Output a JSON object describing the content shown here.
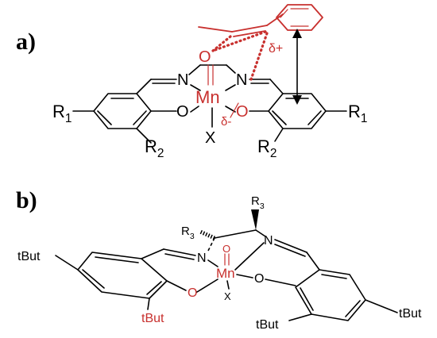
{
  "panel_a": {
    "label": "a)",
    "atoms": {
      "mn": "Mn",
      "n_left": "N",
      "n_right": "N",
      "o_left": "O",
      "o_right": "O",
      "o_oxo": "O",
      "x": "X",
      "r1_left": "R",
      "r1_left_sub": "1",
      "r1_right": "R",
      "r1_right_sub": "1",
      "r2_left": "R",
      "r2_left_sub": "2",
      "r2_right": "R",
      "r2_right_sub": "2"
    },
    "charges": {
      "delta_plus": "δ+",
      "delta_minus": "δ-"
    }
  },
  "panel_b": {
    "label": "b)",
    "atoms": {
      "mn": "Mn",
      "n_left": "N",
      "n_right": "N",
      "o_left": "O",
      "o_right": "O",
      "o_oxo": "O",
      "x": "X",
      "r3_upper": "R",
      "r3_upper_sub": "3",
      "r3_lower": "R",
      "r3_lower_sub": "3",
      "tbut_left": "tBut",
      "tbut_right": "tBut",
      "tbut_bottom_left": "tBut",
      "tbut_bottom_right": "tBut"
    }
  },
  "colors": {
    "ink": "#000000",
    "highlight": "#c8302e"
  }
}
